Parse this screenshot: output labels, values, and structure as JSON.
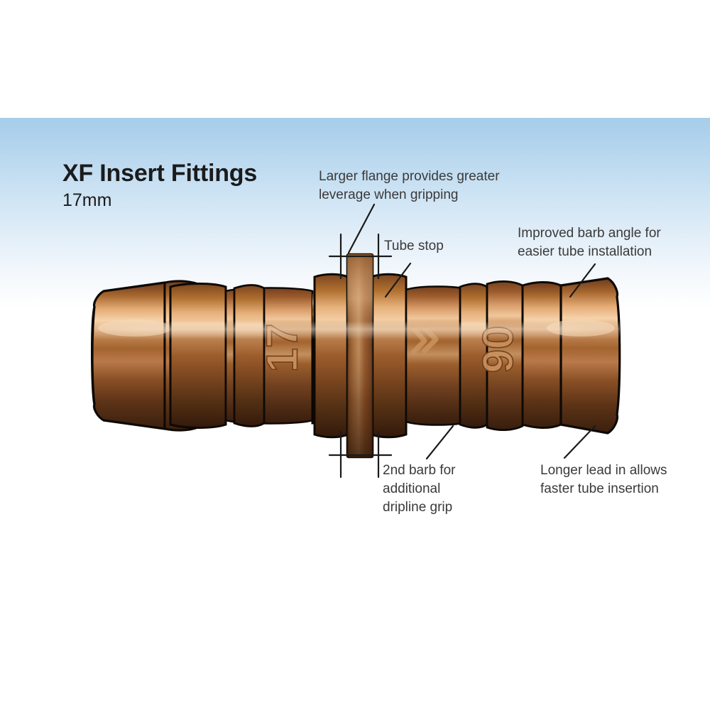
{
  "page": {
    "background_color": "#ffffff",
    "banner_gradient_top": "#a6cdea",
    "banner_gradient_bottom": "#ffffff"
  },
  "heading": {
    "title": "XF Insert Fittings",
    "subtitle": "17mm"
  },
  "callouts": [
    {
      "id": "larger-flange",
      "text": "Larger flange provides greater\nleverage when gripping"
    },
    {
      "id": "tube-stop",
      "text": "Tube stop"
    },
    {
      "id": "improved-barb-angle",
      "text": "Improved barb angle for\neasier tube installation"
    },
    {
      "id": "second-barb",
      "text": "2nd barb for\nadditional\ndripline grip"
    },
    {
      "id": "longer-lead-in",
      "text": "Longer lead in allows\nfaster tube insertion"
    }
  ],
  "product": {
    "name": "XF Insert Fitting coupling",
    "embossed_markings": [
      "17",
      "90"
    ],
    "body_color_highlight": "#e9bd8e",
    "body_color_mid": "#a8622f",
    "body_color_shadow": "#5d3317",
    "body_color_dark": "#2b1609",
    "outline_color": "#0d0905"
  },
  "leader_line_color": "#1a1a1a"
}
